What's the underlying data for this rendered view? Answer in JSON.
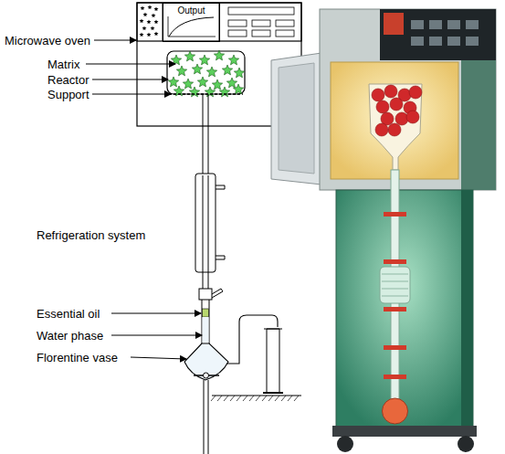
{
  "diagram": {
    "nodes": [
      {
        "text": [
          "Output"
        ]
      }
    ],
    "labels": [
      "Microwave oven",
      "Matrix",
      "Reactor",
      "Support",
      "Refrigeration system",
      "Essential oil",
      "Water phase",
      "Florentine vase"
    ]
  }
}
